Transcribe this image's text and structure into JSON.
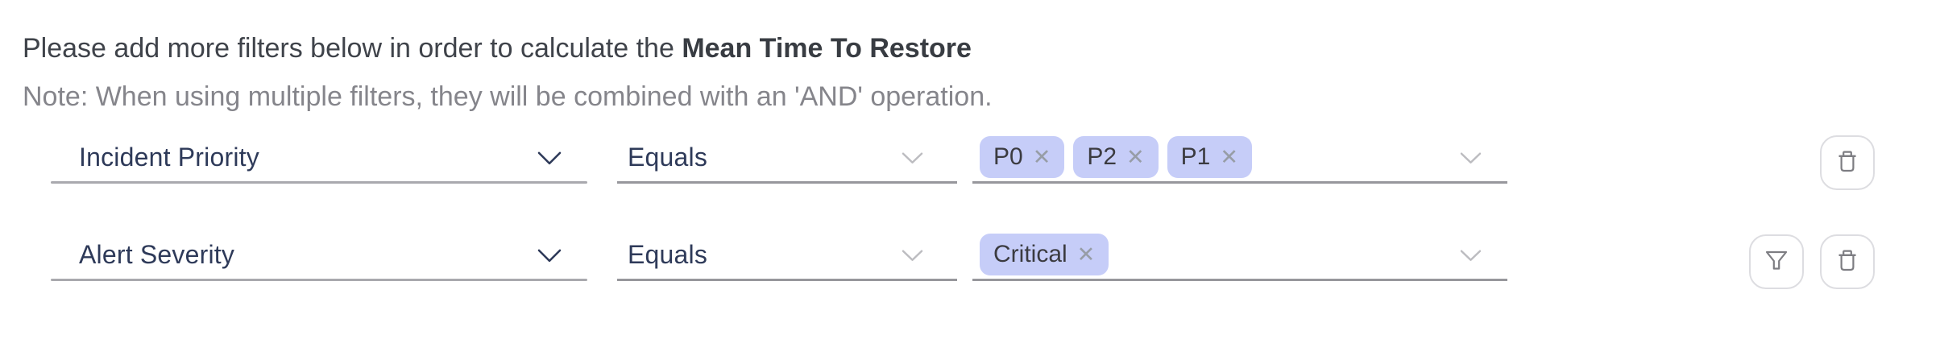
{
  "header": {
    "intro_text": "Please add more filters below in order to calculate the ",
    "metric_name": "Mean Time To Restore",
    "note": "Note: When using multiple filters, they will be combined with an 'AND' operation."
  },
  "filters": [
    {
      "field": "Incident Priority",
      "operator": "Equals",
      "values": [
        {
          "label": "P0"
        },
        {
          "label": "P2"
        },
        {
          "label": "P1"
        }
      ],
      "actions": [
        "delete"
      ]
    },
    {
      "field": "Alert Severity",
      "operator": "Equals",
      "values": [
        {
          "label": "Critical"
        }
      ],
      "actions": [
        "filter",
        "delete"
      ]
    }
  ],
  "icons": {
    "remove": "✕",
    "field_chevron": "chevron-down",
    "operator_chevron": "chevron-down",
    "values_chevron": "chevron-down",
    "delete": "trash-icon",
    "filter": "funnel-icon"
  },
  "colors": {
    "chip_background": "#c6cdf8",
    "select_text": "#2e3a59",
    "heading_text": "#3f434a",
    "note_text": "#85858b",
    "underline": "#97979c",
    "button_border": "#dddde1",
    "icon_stroke": "#7d7d82",
    "chevron_muted": "#bcbcc0"
  }
}
